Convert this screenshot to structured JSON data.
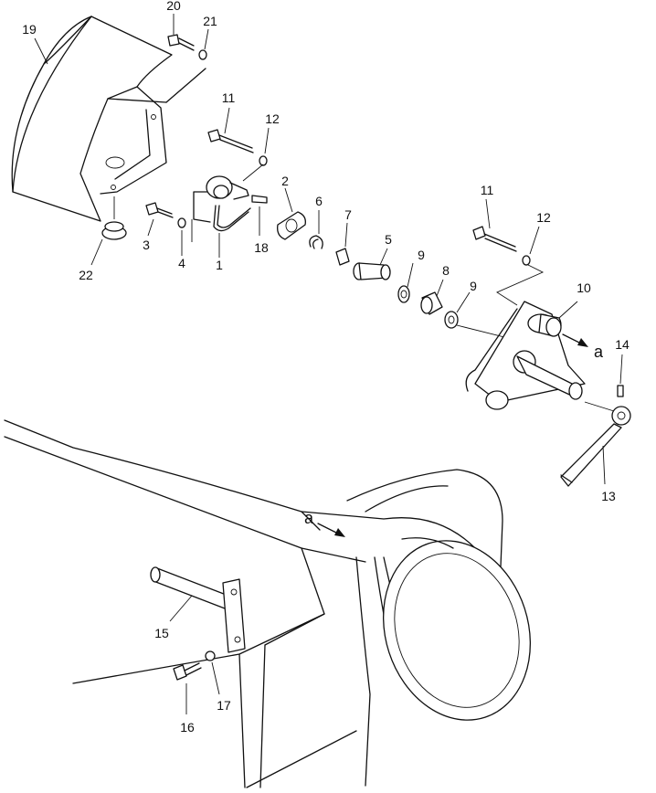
{
  "callouts": [
    {
      "id": "c1",
      "text": "1"
    },
    {
      "id": "c2",
      "text": "2"
    },
    {
      "id": "c3",
      "text": "3"
    },
    {
      "id": "c4",
      "text": "4"
    },
    {
      "id": "c5",
      "text": "5"
    },
    {
      "id": "c6",
      "text": "6"
    },
    {
      "id": "c7",
      "text": "7"
    },
    {
      "id": "c8",
      "text": "8"
    },
    {
      "id": "c9a",
      "text": "9"
    },
    {
      "id": "c9b",
      "text": "9"
    },
    {
      "id": "c10",
      "text": "10"
    },
    {
      "id": "c11a",
      "text": "11"
    },
    {
      "id": "c11b",
      "text": "11"
    },
    {
      "id": "c12a",
      "text": "12"
    },
    {
      "id": "c12b",
      "text": "12"
    },
    {
      "id": "c13",
      "text": "13"
    },
    {
      "id": "c14",
      "text": "14"
    },
    {
      "id": "c15",
      "text": "15"
    },
    {
      "id": "c16",
      "text": "16"
    },
    {
      "id": "c17",
      "text": "17"
    },
    {
      "id": "c18",
      "text": "18"
    },
    {
      "id": "c19",
      "text": "19"
    },
    {
      "id": "c20",
      "text": "20"
    },
    {
      "id": "c21",
      "text": "21"
    },
    {
      "id": "c22",
      "text": "22"
    }
  ],
  "reference_marks": [
    {
      "id": "a1",
      "text": "a"
    },
    {
      "id": "a2",
      "text": "a"
    }
  ]
}
